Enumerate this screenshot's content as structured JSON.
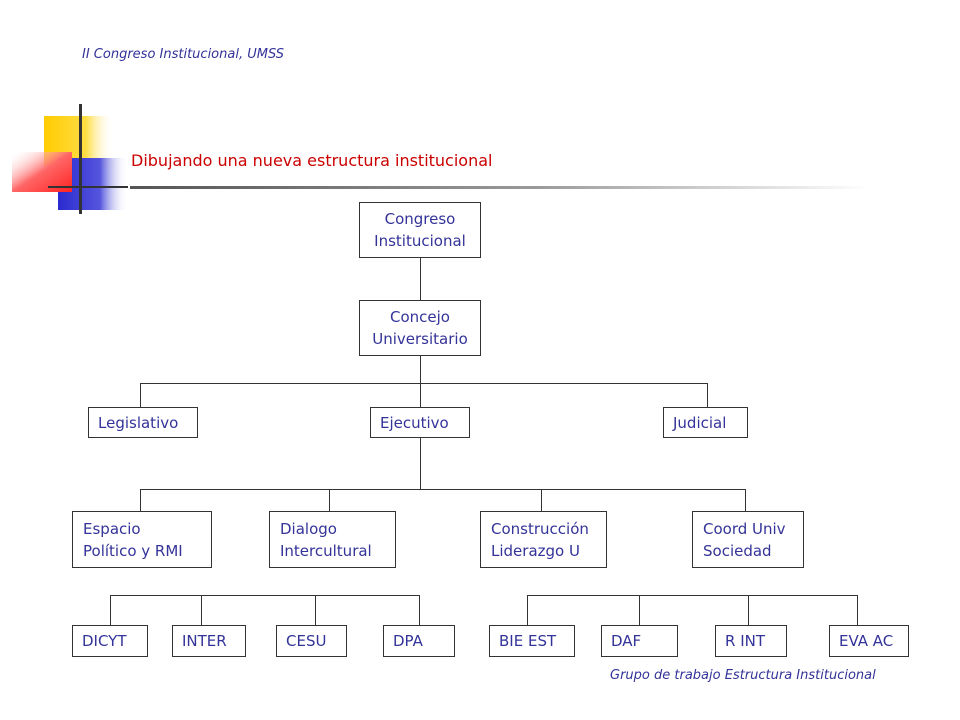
{
  "header": {
    "text": "II Congreso Institucional, UMSS"
  },
  "title": {
    "text": "Dibujando una nueva estructura institucional"
  },
  "footer": {
    "text": "Grupo de trabajo Estructura Institucional"
  },
  "colors": {
    "text": "#333399",
    "title": "#cc0000",
    "deco_yellow": "#ffcc00",
    "deco_blue": "#3333cc",
    "deco_red": "#ff3333"
  },
  "org": {
    "root": {
      "line1": "Congreso",
      "line2": "Institucional"
    },
    "council": {
      "line1": "Concejo",
      "line2": "Universitario"
    },
    "branches": {
      "legislativo": "Legislativo",
      "ejecutivo": "Ejecutivo",
      "judicial": "Judicial"
    },
    "areas": [
      {
        "line1": "Espacio",
        "line2": "Político y RMI"
      },
      {
        "line1": "Dialogo",
        "line2": "Intercultural"
      },
      {
        "line1": "Construcción",
        "line2": "Liderazgo U"
      },
      {
        "line1": "Coord Univ",
        "line2": "Sociedad"
      }
    ],
    "units": [
      "DICYT",
      "INTER",
      "CESU",
      "DPA",
      "BIE EST",
      "DAF",
      "R INT",
      "EVA AC"
    ]
  }
}
